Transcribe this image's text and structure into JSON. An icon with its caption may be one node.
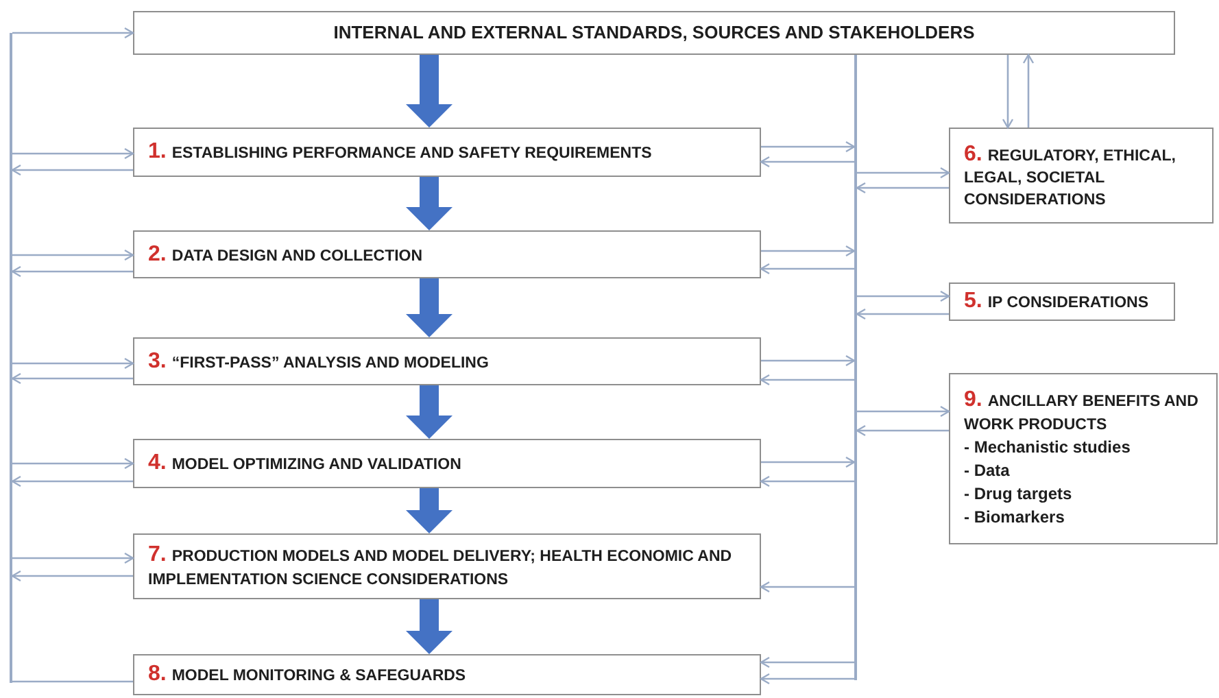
{
  "diagram": {
    "nodes": [
      {
        "text": [
          "INTERNAL AND EXTERNAL STANDARDS, SOURCES AND  STAKEHOLDERS"
        ]
      },
      {
        "text": [
          "1.",
          "ESTABLISHING PERFORMANCE AND SAFETY REQUIREMENTS"
        ]
      },
      {
        "text": [
          "2.",
          "DATA DESIGN AND COLLECTION"
        ]
      },
      {
        "text": [
          "3.",
          "“FIRST-PASS” ANALYSIS AND MODELING"
        ]
      },
      {
        "text": [
          "4.",
          "MODEL OPTIMIZING AND VALIDATION"
        ]
      },
      {
        "text": [
          "7.",
          "PRODUCTION MODELS AND MODEL DELIVERY; HEALTH ECONOMIC AND IMPLEMENTATION SCIENCE CONSIDERATIONS"
        ]
      },
      {
        "text": [
          "8.",
          "MODEL MONITORING & SAFEGUARDS"
        ]
      },
      {
        "text": [
          "6.",
          "REGULATORY, ETHICAL, LEGAL, SOCIETAL CONSIDERATIONS"
        ]
      },
      {
        "text": [
          "5.",
          "IP CONSIDERATIONS"
        ]
      },
      {
        "text": [
          "9.",
          "ANCILLARY BENEFITS AND WORK PRODUCTS",
          "- Mechanistic studies",
          "- Data",
          "- Drug targets",
          "- Biomarkers"
        ]
      },
      {
        "text": [],
        "shape": "bar"
      },
      {
        "text": [],
        "shape": "bar"
      }
    ],
    "edges": [
      {
        "from": 0,
        "to": 1,
        "arrow": "to",
        "style": "thick",
        "color": "#4472c4"
      },
      {
        "from": 1,
        "to": 2,
        "arrow": "to",
        "style": "thick",
        "color": "#4472c4"
      },
      {
        "from": 2,
        "to": 3,
        "arrow": "to",
        "style": "thick",
        "color": "#4472c4"
      },
      {
        "from": 3,
        "to": 4,
        "arrow": "to",
        "style": "thick",
        "color": "#4472c4"
      },
      {
        "from": 4,
        "to": 5,
        "arrow": "to",
        "style": "thick",
        "color": "#4472c4"
      },
      {
        "from": 5,
        "to": 6,
        "arrow": "to",
        "style": "thick",
        "color": "#4472c4"
      },
      {
        "from": 10,
        "to": 0,
        "arrow": "to"
      },
      {
        "from": 10,
        "to": 1,
        "arrow": "to"
      },
      {
        "from": 1,
        "to": 10,
        "arrow": "to"
      },
      {
        "from": 10,
        "to": 2,
        "arrow": "to"
      },
      {
        "from": 2,
        "to": 10,
        "arrow": "to"
      },
      {
        "from": 10,
        "to": 3,
        "arrow": "to"
      },
      {
        "from": 3,
        "to": 10,
        "arrow": "to"
      },
      {
        "from": 10,
        "to": 4,
        "arrow": "to"
      },
      {
        "from": 4,
        "to": 10,
        "arrow": "to"
      },
      {
        "from": 10,
        "to": 5,
        "arrow": "to"
      },
      {
        "from": 5,
        "to": 10,
        "arrow": "to"
      },
      {
        "from": 6,
        "to": 10,
        "arrow": "none"
      },
      {
        "from": 1,
        "to": 11,
        "arrow": "to"
      },
      {
        "from": 11,
        "to": 1,
        "arrow": "to"
      },
      {
        "from": 2,
        "to": 11,
        "arrow": "to"
      },
      {
        "from": 11,
        "to": 2,
        "arrow": "to"
      },
      {
        "from": 3,
        "to": 11,
        "arrow": "to"
      },
      {
        "from": 11,
        "to": 3,
        "arrow": "to"
      },
      {
        "from": 4,
        "to": 11,
        "arrow": "to"
      },
      {
        "from": 11,
        "to": 4,
        "arrow": "to"
      },
      {
        "from": 11,
        "to": 5,
        "arrow": "to"
      },
      {
        "from": 11,
        "to": 6,
        "arrow": "to"
      },
      {
        "from": 11,
        "to": 6,
        "arrow": "to"
      },
      {
        "from": 11,
        "to": 7,
        "arrow": "to"
      },
      {
        "from": 7,
        "to": 11,
        "arrow": "to"
      },
      {
        "from": 11,
        "to": 8,
        "arrow": "to"
      },
      {
        "from": 8,
        "to": 11,
        "arrow": "to"
      },
      {
        "from": 11,
        "to": 9,
        "arrow": "to"
      },
      {
        "from": 9,
        "to": 11,
        "arrow": "to"
      },
      {
        "from": 0,
        "to": 7,
        "arrow": "to"
      },
      {
        "from": 7,
        "to": 0,
        "arrow": "to"
      }
    ]
  }
}
